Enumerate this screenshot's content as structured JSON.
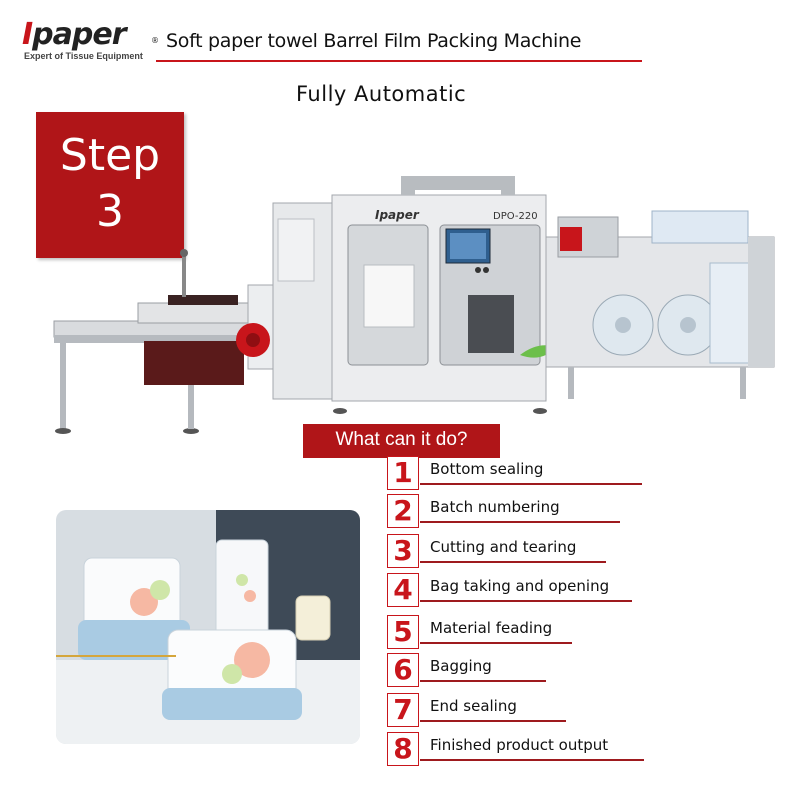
{
  "brand": {
    "first_letter": "I",
    "name_rest": "paper",
    "registered": "®",
    "tagline": "Expert of Tissue Equipment"
  },
  "header": {
    "title": "Soft paper towel Barrel Film Packing Machine",
    "subtitle": "Fully  Automatic"
  },
  "step": {
    "word": "Step",
    "number": "3"
  },
  "machine": {
    "model_label": "DPO-220",
    "brand_label": "Ipaper"
  },
  "features": {
    "heading": "What can it do?",
    "items": [
      {
        "number": "1",
        "label": "Bottom sealing"
      },
      {
        "number": "2",
        "label": "Batch numbering"
      },
      {
        "number": "3",
        "label": "Cutting and tearing"
      },
      {
        "number": "4",
        "label": "Bag taking and opening"
      },
      {
        "number": "5",
        "label": "Material feading"
      },
      {
        "number": "6",
        "label": "Bagging"
      },
      {
        "number": "7",
        "label": "End sealing"
      },
      {
        "number": "8",
        "label": " Finished product output"
      }
    ]
  },
  "colors": {
    "accent_red": "#b01518",
    "rule_red": "#9e1a1e",
    "machine_white": "#e9eaec",
    "photo_blue": "#aabfcc"
  }
}
